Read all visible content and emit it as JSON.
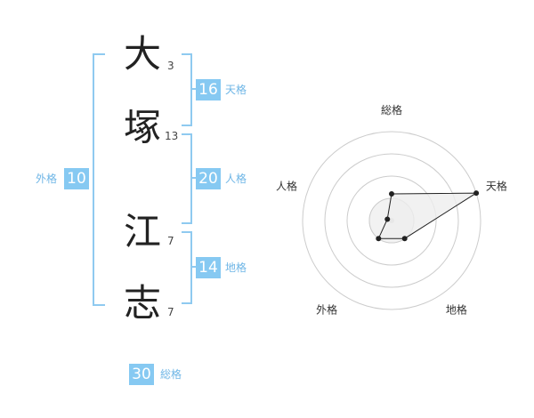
{
  "name": {
    "chars": [
      {
        "char": "大",
        "strokes": "3"
      },
      {
        "char": "塚",
        "strokes": "13"
      },
      {
        "char": "江",
        "strokes": "7"
      },
      {
        "char": "志",
        "strokes": "7"
      }
    ]
  },
  "kaku": {
    "tenkaku": {
      "value": "16",
      "label": "天格"
    },
    "jinkaku": {
      "value": "20",
      "label": "人格"
    },
    "chikaku": {
      "value": "14",
      "label": "地格"
    },
    "gaikaku": {
      "value": "10",
      "label": "外格"
    },
    "soukaku": {
      "value": "30",
      "label": "総格"
    }
  },
  "chart_data": {
    "type": "radar",
    "axes": [
      "総格",
      "天格",
      "地格",
      "外格",
      "人格"
    ],
    "rings": 4,
    "values": [
      1.2,
      4,
      1,
      1,
      0.2
    ],
    "max": 4,
    "fill_color": "#eeeeee",
    "line_color": "#222222"
  }
}
